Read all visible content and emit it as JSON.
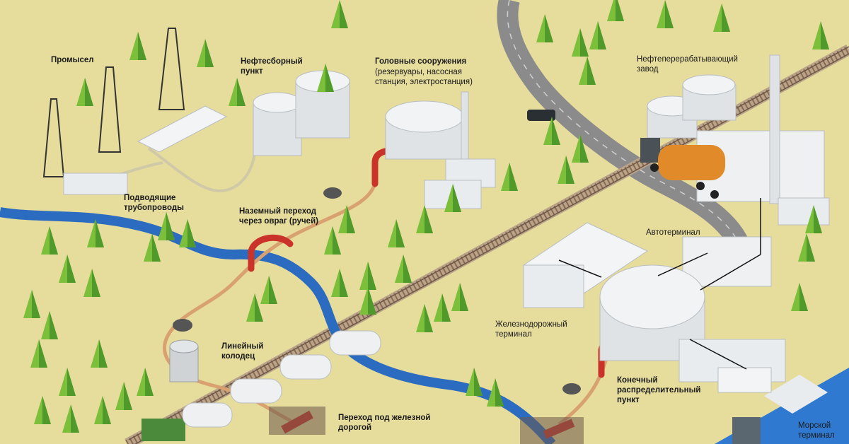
{
  "labels": {
    "oilfield": "Промысел",
    "gathering_title": "Нефтесборный\nпункт",
    "head_title": "Головные сооружения",
    "head_sub": "(резервуары, насосная\nстанция, электростанция)",
    "refinery": "Нефтеперерабатывающий\nзавод",
    "feed_pipes": "Подводящие\nтрубопроводы",
    "ravine_crossing": "Наземный переход\nчерез овраг (ручей)",
    "auto_terminal": "Автотерминал",
    "rail_terminal": "Железнодорожный\nтерминал",
    "linear_well": "Линейный\nколодец",
    "end_point": "Конечный\nраспределительный\nпункт",
    "rail_crossing": "Переход под железной\nдорогой",
    "sea_terminal": "Морской\nтерминал"
  },
  "colors": {
    "ground": "#e6dc9c",
    "tree": "#7cbf3a",
    "tree_dark": "#4f9a2a",
    "river": "#2c6cc0",
    "pipe": "#d9a070",
    "pipe_red": "#c9332a",
    "building": "#e9ecef",
    "tank": "#dfe3e6",
    "rail": "#8a6b52",
    "road": "#8b8b8b",
    "tanker": "#e08a2a",
    "sea": "#2f7ad0"
  }
}
